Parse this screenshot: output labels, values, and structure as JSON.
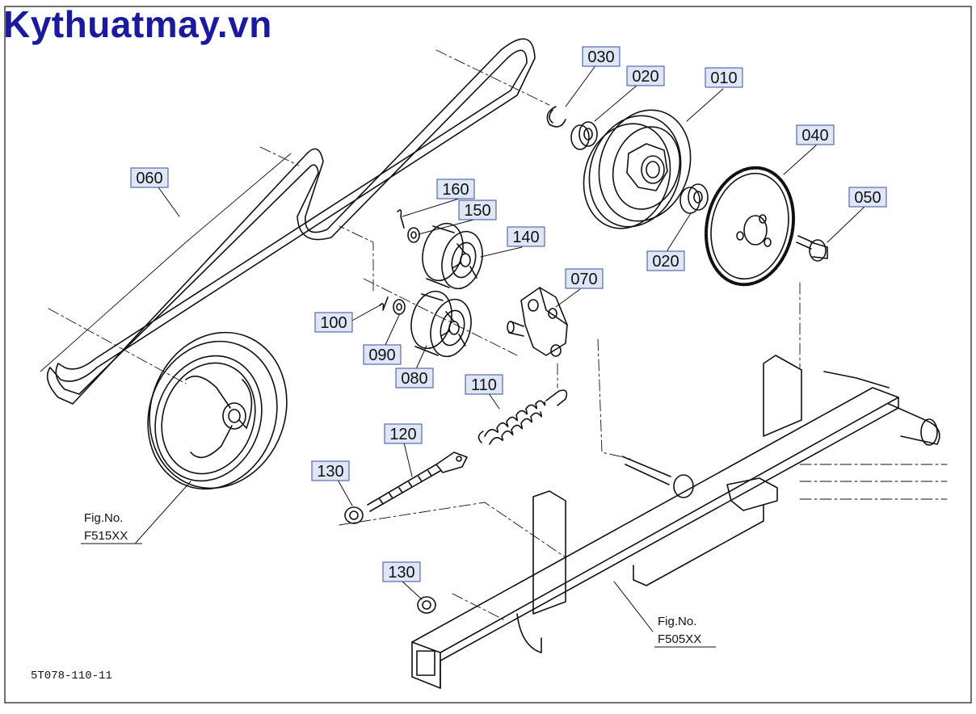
{
  "brand": {
    "text": "Kythuatmay.vn",
    "color": "#1a1aa0"
  },
  "diagram_code": "5T078-110-11",
  "colors": {
    "line": "#111111",
    "label_fill": "#dfe6f5",
    "label_stroke": "#3b4f9b"
  },
  "parts": [
    "010",
    "020",
    "030",
    "040",
    "050",
    "060",
    "070",
    "080",
    "090",
    "100",
    "110",
    "120",
    "130",
    "140",
    "150",
    "160"
  ],
  "labels": [
    {
      "text": "030"
    },
    {
      "text": "020"
    },
    {
      "text": "010"
    },
    {
      "text": "040"
    },
    {
      "text": "050"
    },
    {
      "text": "020"
    },
    {
      "text": "060"
    },
    {
      "text": "160"
    },
    {
      "text": "150"
    },
    {
      "text": "140"
    },
    {
      "text": "070"
    },
    {
      "text": "100"
    },
    {
      "text": "090"
    },
    {
      "text": "080"
    },
    {
      "text": "110"
    },
    {
      "text": "120"
    },
    {
      "text": "130"
    },
    {
      "text": "130"
    }
  ],
  "figure_refs": [
    {
      "line1": "Fig.No.",
      "line2": "F515XX"
    },
    {
      "line1": "Fig.No.",
      "line2": "F505XX"
    }
  ]
}
